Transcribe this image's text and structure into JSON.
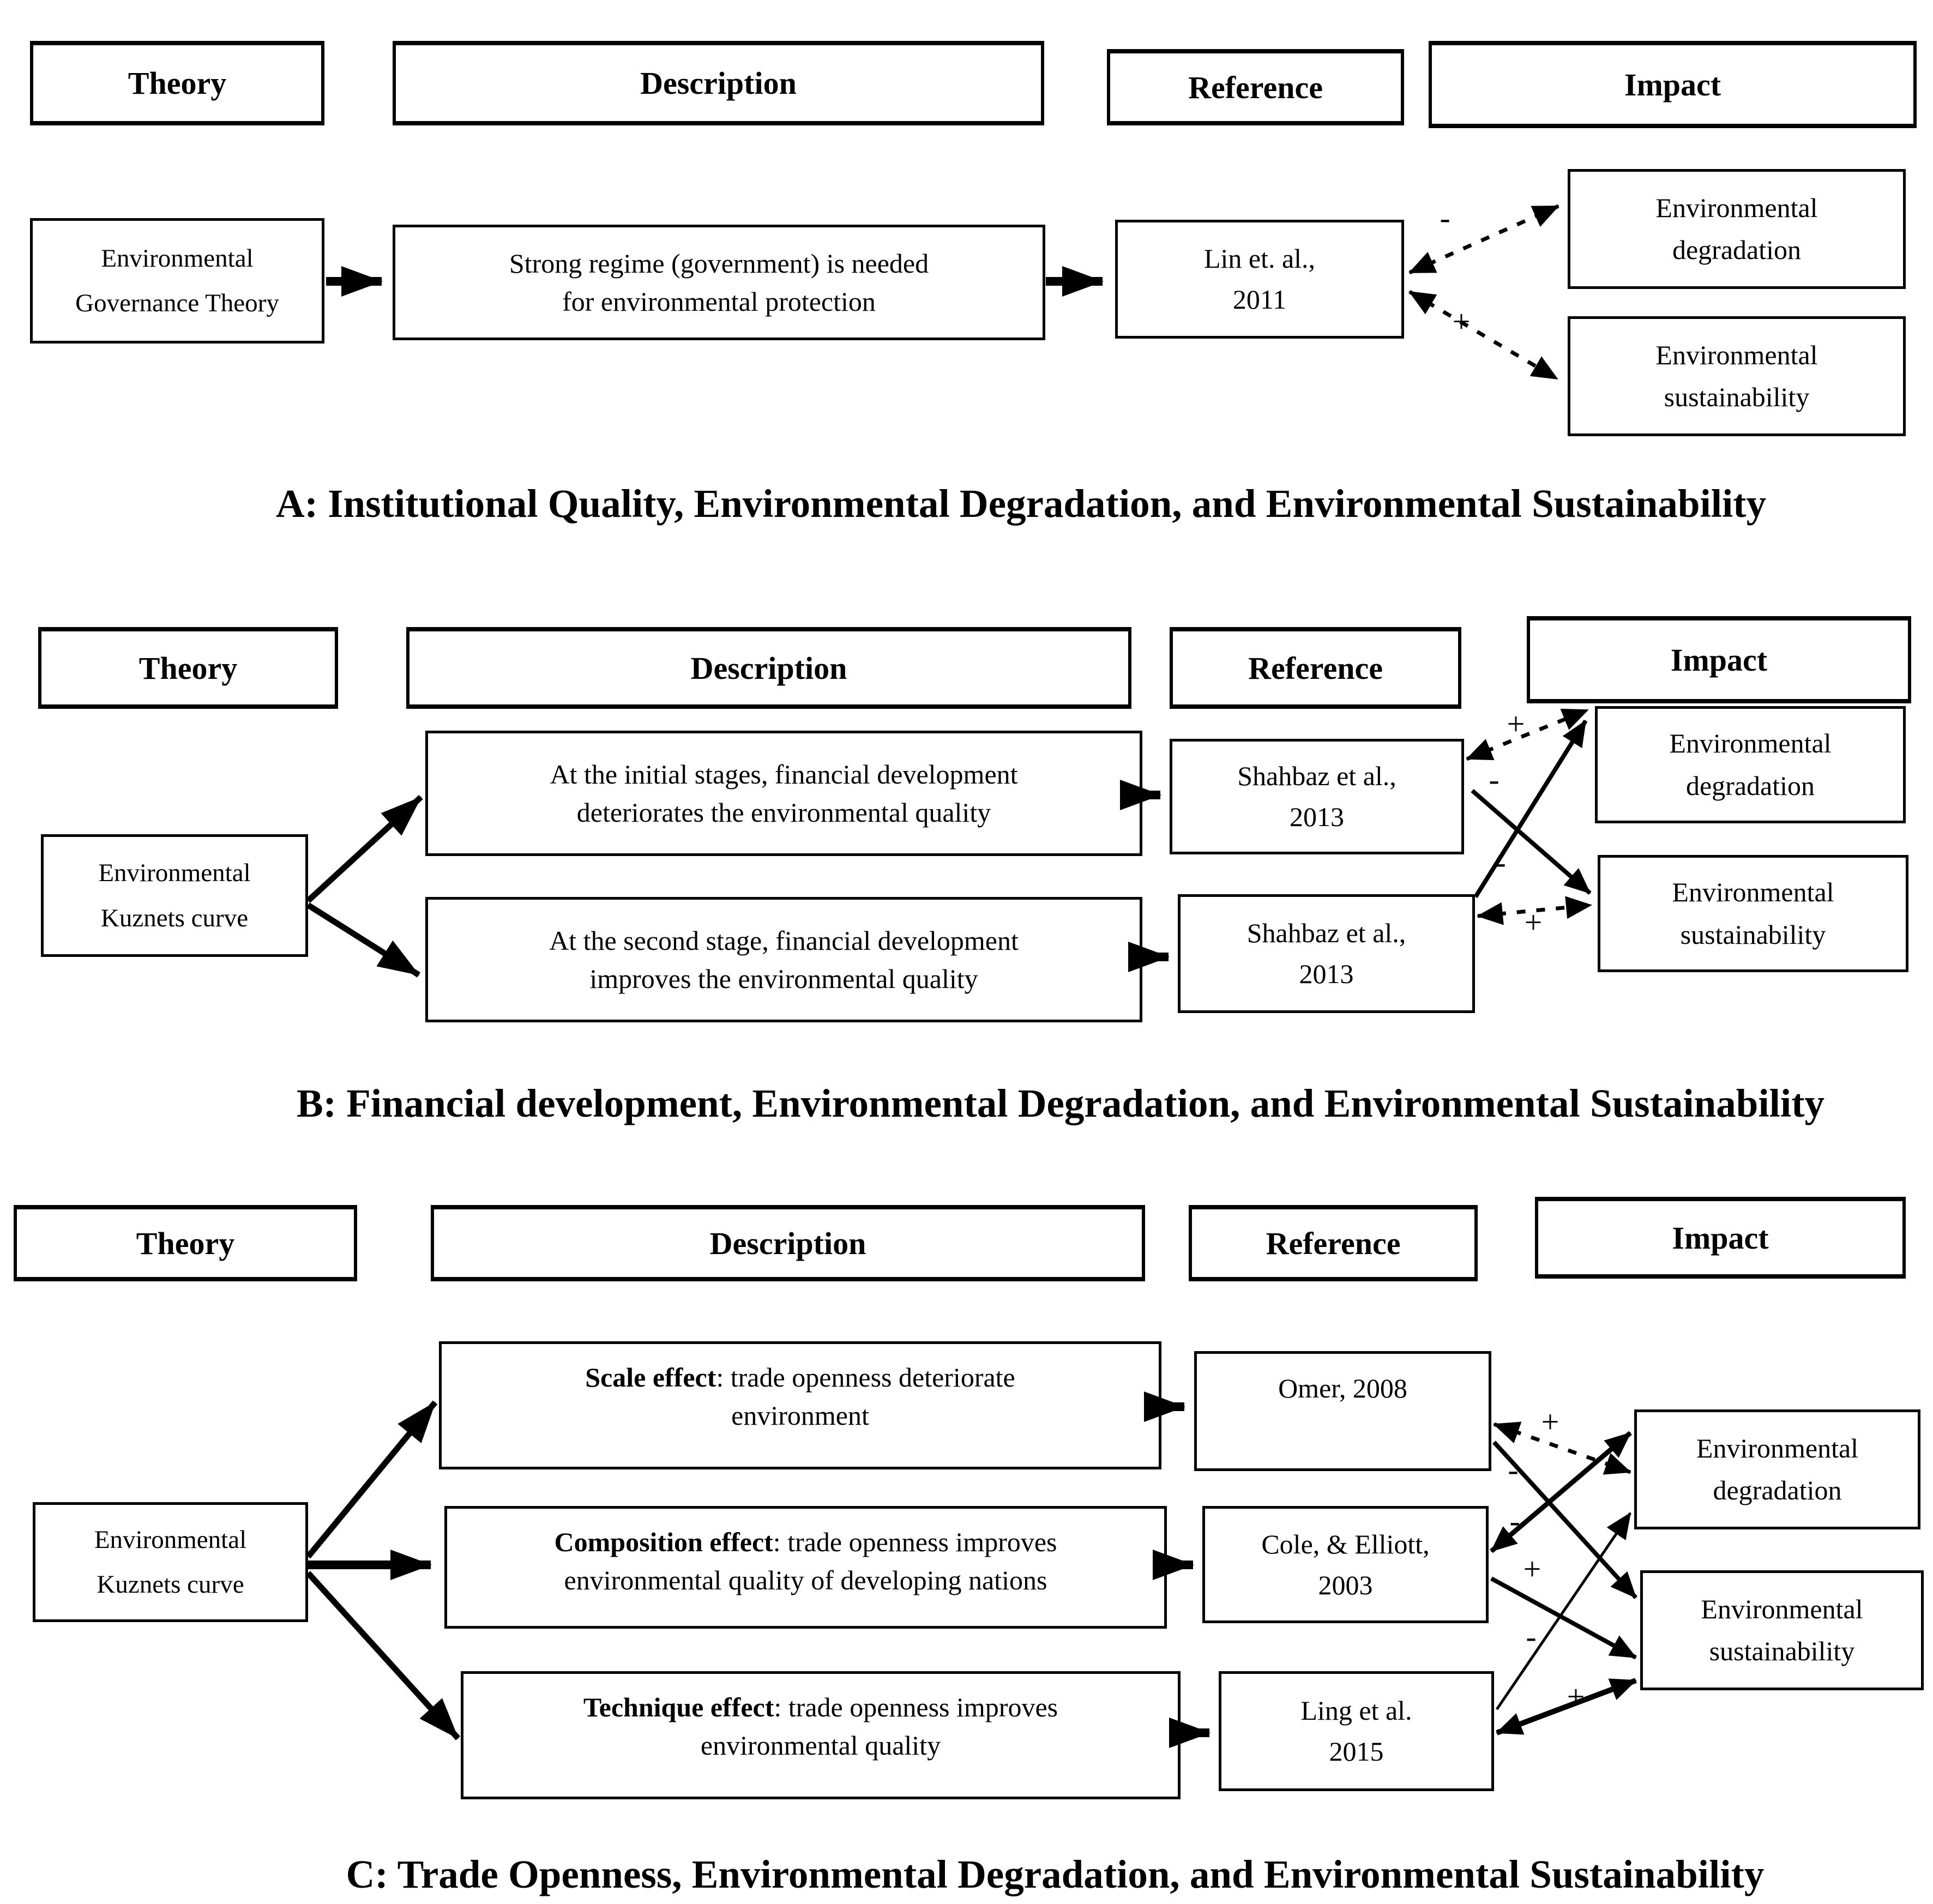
{
  "a": {
    "headers": [
      "Theory",
      "Description",
      "Reference",
      "Impact"
    ],
    "theory": "Environmental\nGovernance Theory",
    "description": "Strong regime (government) is needed\nfor environmental protection",
    "reference": "Lin et. al.,\n2011",
    "impacts": [
      "Environmental\ndegradation",
      "Environmental\nsustainability"
    ],
    "signs": [
      "-",
      "+"
    ],
    "caption": "A: Institutional Quality, Environmental Degradation, and Environmental Sustainability"
  },
  "b": {
    "headers": [
      "Theory",
      "Description",
      "Reference",
      "Impact"
    ],
    "theory": "Environmental\nKuznets curve",
    "descriptions": [
      "At the initial stages, financial development\ndeteriorates the environmental quality",
      "At the second stage, financial development\nimproves the environmental quality"
    ],
    "references": [
      "Shahbaz et al.,\n2013",
      "Shahbaz et al.,\n2013"
    ],
    "impacts": [
      "Environmental\ndegradation",
      "Environmental\nsustainability"
    ],
    "signs": [
      "+",
      "-",
      "-",
      "+"
    ],
    "caption": "B: Financial development, Environmental Degradation, and Environmental Sustainability"
  },
  "c": {
    "headers": [
      "Theory",
      "Description",
      "Reference",
      "Impact"
    ],
    "theory": "Environmental\nKuznets curve",
    "effects": [
      {
        "bold": "Scale effect",
        "rest": ": trade openness deteriorate\nenvironment"
      },
      {
        "bold": "Composition effect",
        "rest": ": trade openness improves\nenvironmental quality of developing nations"
      },
      {
        "bold": "Technique effect",
        "rest": ": trade openness improves\nenvironmental quality"
      }
    ],
    "references": [
      "Omer, 2008",
      "Cole, & Elliott,\n2003",
      "Ling et al.\n2015"
    ],
    "impacts": [
      "Environmental\ndegradation",
      "Environmental\nsustainability"
    ],
    "signs": [
      "+",
      "-",
      "-",
      "+",
      "-",
      "+"
    ],
    "caption": "C: Trade Openness, Environmental Degradation, and Environmental Sustainability"
  }
}
